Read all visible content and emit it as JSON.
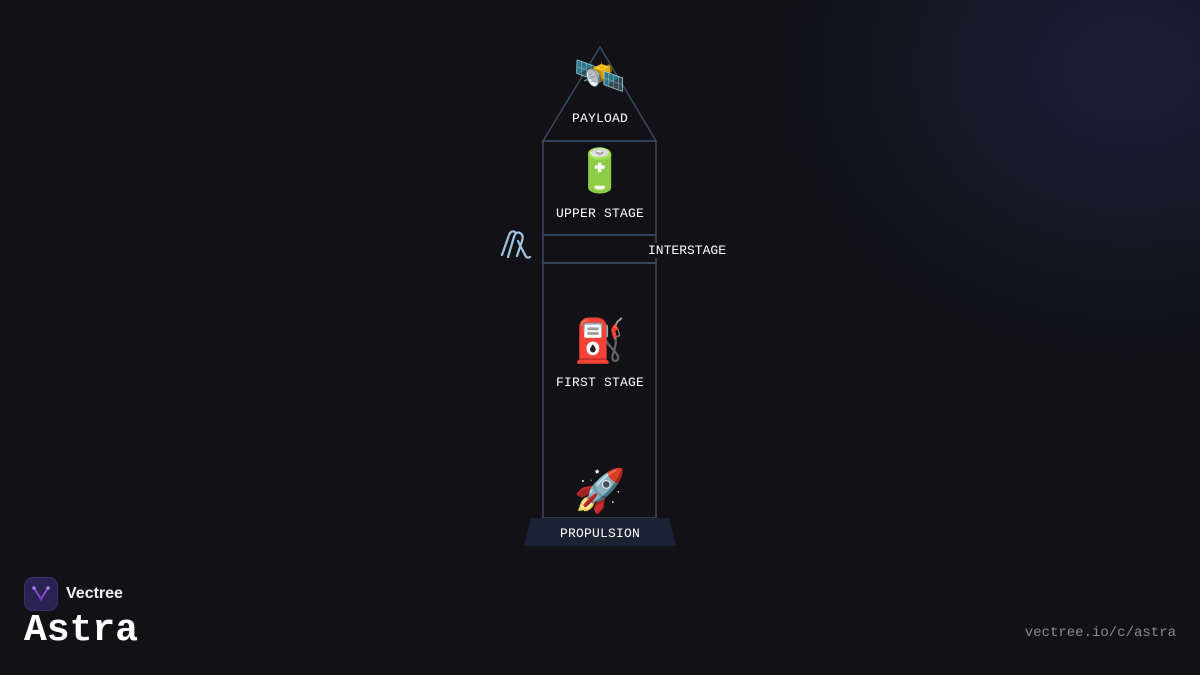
{
  "diagram": {
    "sections": [
      {
        "id": "payload",
        "label": "PAYLOAD",
        "icon": "satellite-icon",
        "glyph": "🛰️"
      },
      {
        "id": "upper_stage",
        "label": "UPPER STAGE",
        "icon": "battery-icon",
        "glyph": "🔋"
      },
      {
        "id": "interstage",
        "label": "INTERSTAGE",
        "icon": "paperclip-icon",
        "glyph": "🖇️"
      },
      {
        "id": "first_stage",
        "label": "FIRST STAGE",
        "icon": "fuel-pump-icon",
        "glyph": "⛽"
      },
      {
        "id": "propulsion",
        "label": "PROPULSION",
        "icon": "rocket-icon",
        "glyph": "🚀"
      }
    ],
    "colors": {
      "outline": "#3a4a60",
      "base_fill": "#1a2233",
      "background": "#111116"
    }
  },
  "brand": {
    "name": "Vectree",
    "logo_color": "#8a4fd8"
  },
  "project": {
    "title": "Astra",
    "url": "vectree.io/c/astra"
  }
}
